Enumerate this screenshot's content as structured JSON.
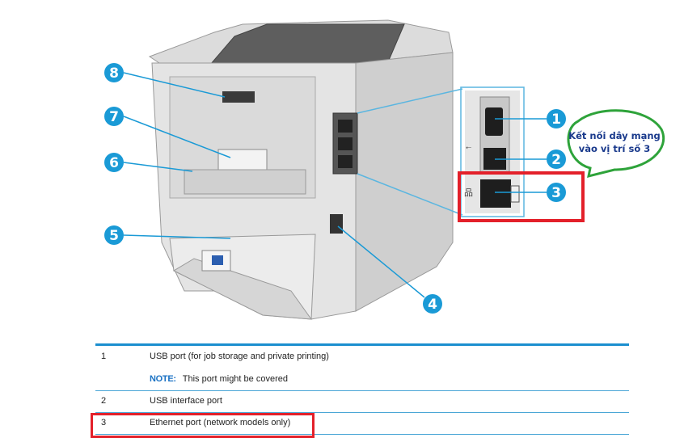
{
  "diagram": {
    "callouts": [
      "1",
      "2",
      "3",
      "4",
      "5",
      "6",
      "7",
      "8"
    ],
    "bubble": {
      "line1": "Kết nối dây mạng",
      "line2": "vào vị trí số 3"
    },
    "colors": {
      "callout": "#1a9ad6",
      "highlight": "#e3202a",
      "bubble": "#2ea33a"
    }
  },
  "table": {
    "rows": [
      {
        "num": "1",
        "text": "USB port (for job storage and private printing)",
        "note_label": "NOTE:",
        "note": "This port might be covered"
      },
      {
        "num": "2",
        "text": "USB interface port"
      },
      {
        "num": "3",
        "text": "Ethernet port (network models only)"
      }
    ]
  }
}
